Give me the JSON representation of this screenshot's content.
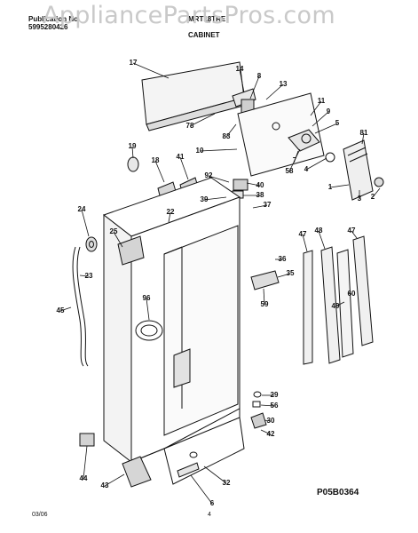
{
  "header": {
    "publication_label": "Publication No.",
    "publication_number": "5995280426",
    "model": "MRT18TRE",
    "section_title": "CABINET"
  },
  "watermark": "AppliancePartsPros.com",
  "diagram_code": "P05B0364",
  "footer": {
    "date": "03/06",
    "page": "4"
  },
  "callouts": [
    "17",
    "14",
    "8",
    "13",
    "11",
    "9",
    "5",
    "81",
    "78",
    "83",
    "10",
    "7",
    "58",
    "4",
    "1",
    "3",
    "2",
    "19",
    "18",
    "41",
    "92",
    "40",
    "38",
    "39",
    "37",
    "22",
    "24",
    "25",
    "47",
    "48",
    "47",
    "36",
    "35",
    "59",
    "60",
    "49",
    "23",
    "96",
    "45",
    "29",
    "56",
    "30",
    "42",
    "32",
    "44",
    "43",
    "6"
  ]
}
